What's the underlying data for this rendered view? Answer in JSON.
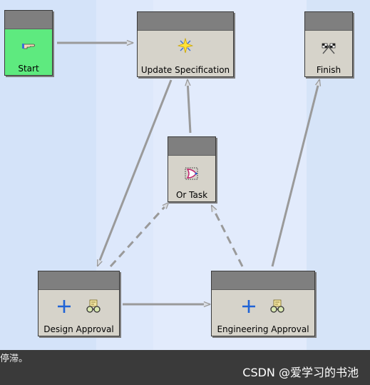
{
  "workflow": {
    "nodes": {
      "start": {
        "label": "Start",
        "icon": "hand-pointing-icon"
      },
      "update_spec": {
        "label": "Update Specification",
        "icon": "sparkle-icon"
      },
      "finish": {
        "label": "Finish",
        "icon": "crossed-flags-icon"
      },
      "or_task": {
        "label": "Or Task",
        "icon": "or-gate-icon"
      },
      "design_approval": {
        "label": "Design Approval",
        "icons": [
          "plus-icon",
          "approver-glasses-icon"
        ]
      },
      "engineering_approval": {
        "label": "Engineering Approval",
        "icons": [
          "plus-icon",
          "approver-glasses-icon"
        ]
      }
    },
    "colors": {
      "start_fill": "#5eea7f",
      "node_fill": "#d6d3ca",
      "header_fill": "#7f7f7f",
      "edge": "#9a9a9a",
      "plus": "#1f63d6"
    }
  },
  "footer": {
    "partial_text": "停滞。",
    "watermark": "CSDN @爱学习的书池"
  }
}
